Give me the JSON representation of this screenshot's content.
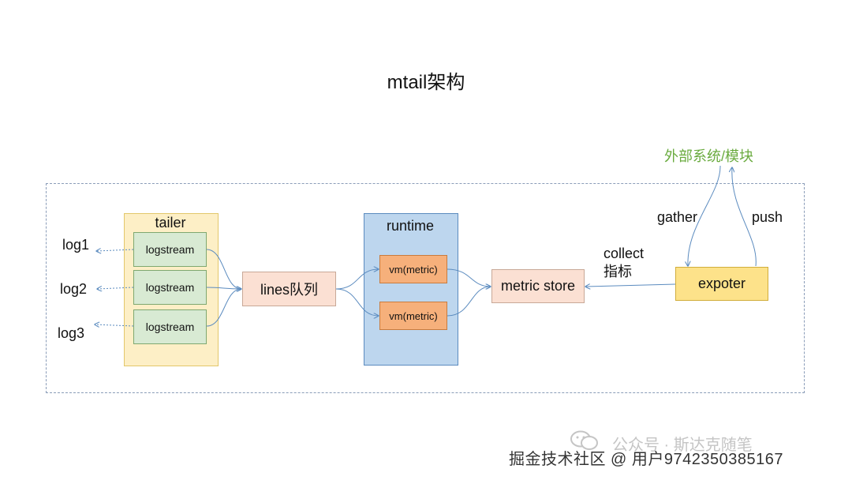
{
  "diagram": {
    "title": "mtail架构",
    "external_system": "外部系统/模块",
    "nodes": {
      "tailer": "tailer",
      "logstreams": [
        "logstream",
        "logstream",
        "logstream"
      ],
      "lines_queue": "lines队列",
      "runtime": "runtime",
      "vms": [
        "vm(metric)",
        "vm(metric)"
      ],
      "metric_store": "metric store",
      "expoter": "expoter"
    },
    "logs": [
      "log1",
      "log2",
      "log3"
    ],
    "edge_labels": {
      "collect": [
        "collect",
        "指标"
      ],
      "gather": "gather",
      "push": "push"
    },
    "colors": {
      "tailer_fill": "#fdefc6",
      "logstream_fill": "#d8ead3",
      "runtime_fill": "#bdd6ee",
      "vm_fill": "#f6b07b",
      "queue_fill": "#fbe0d3",
      "expoter_fill": "#fde28a",
      "external_text": "#6aab3f",
      "arrow": "#5b8bbf"
    }
  },
  "watermark": {
    "account": "公众号 · 斯达克随笔",
    "credit": "掘金技术社区 @ 用户9742350385167"
  }
}
